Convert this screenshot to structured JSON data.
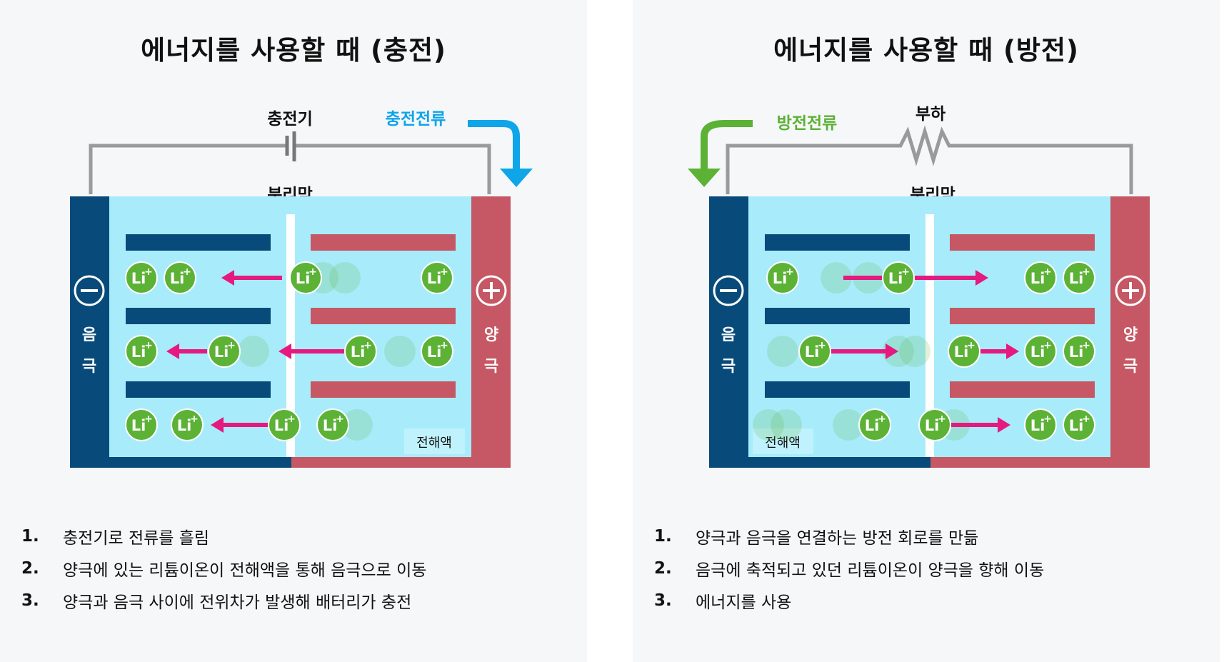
{
  "colors": {
    "negative": "#084b7a",
    "positive": "#c65764",
    "electrolyte": "#a8ecfb",
    "separator": "#ffffff",
    "charge_current": "#0ea5e9",
    "discharge_current": "#5bb235",
    "li_ion": "#5bb235",
    "ion_arrow": "#e6197f",
    "wire": "#9a9a9a"
  },
  "charge": {
    "title": "에너지를 사용할 때 (충전)",
    "source_label": "충전기",
    "current_label": "충전전류",
    "separator_label": "분리막",
    "negative_sign": "−",
    "negative_label": [
      "음",
      "극"
    ],
    "positive_sign": "+",
    "positive_label": [
      "양",
      "극"
    ],
    "electrolyte_label": "전해액",
    "ion_label": "Li",
    "steps": [
      {
        "num": "1.",
        "text": "충전기로 전류를 흘림"
      },
      {
        "num": "2.",
        "text": "양극에 있는 리튬이온이 전해액을 통해 음극으로 이동"
      },
      {
        "num": "3.",
        "text": "양극과 음극 사이에 전위차가 발생해 배터리가 충전"
      }
    ]
  },
  "discharge": {
    "title": "에너지를 사용할 때 (방전)",
    "load_label": "부하",
    "current_label": "방전전류",
    "separator_label": "분리막",
    "negative_sign": "−",
    "negative_label": [
      "음",
      "극"
    ],
    "positive_sign": "+",
    "positive_label": [
      "양",
      "극"
    ],
    "electrolyte_label": "전해액",
    "ion_label": "Li",
    "steps": [
      {
        "num": "1.",
        "text": "양극과 음극을 연결하는 방전 회로를 만듦"
      },
      {
        "num": "2.",
        "text": "음극에 축적되고 있던 리튬이온이 양극을 향해 이동"
      },
      {
        "num": "3.",
        "text": "에너지를 사용"
      }
    ]
  }
}
